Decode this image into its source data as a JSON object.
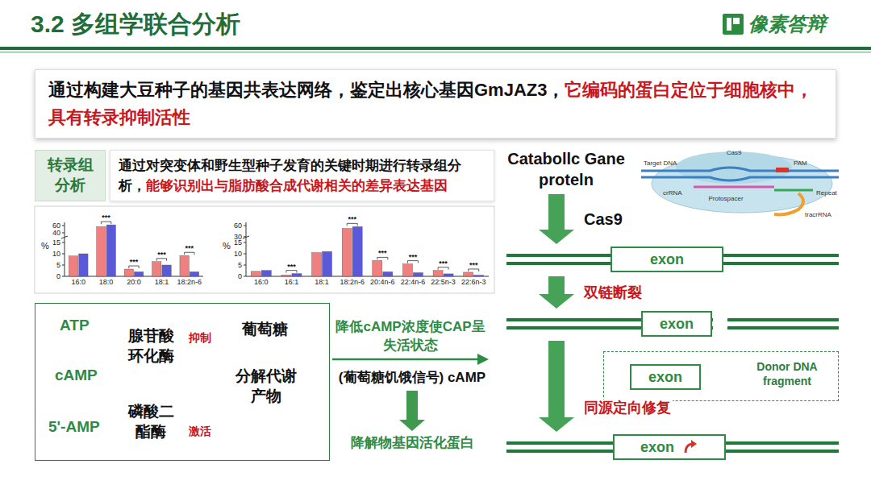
{
  "diagram": {
    "title": "3.2 多组学联合分析",
    "nodes": [
      {
        "text": [
          "通过构建大豆种子的基因共表达网络，鉴定出核心基因GmJAZ3，",
          "它编码的蛋白定位于细胞核中，具有转录抑制活性"
        ]
      },
      {
        "text": [
          "转录组分析"
        ]
      },
      {
        "text": [
          "通过对突变体和野生型种子发育的关键时期进行转录组分析，",
          "能够识别出与脂肪酸合成代谢相关的差异表达基因"
        ]
      },
      {
        "text": []
      },
      {
        "text": [
          "ATP"
        ],
        "in": 3
      },
      {
        "text": [
          "cAMP"
        ],
        "in": 3
      },
      {
        "text": [
          "5'-AMP"
        ],
        "in": 3
      },
      {
        "text": [
          "腺苷酸环化酶"
        ],
        "in": 3
      },
      {
        "text": [
          "磷酸二酯酶"
        ],
        "in": 3
      },
      {
        "text": [
          "葡萄糖"
        ],
        "in": 3
      },
      {
        "text": [
          "分解代谢产物"
        ],
        "in": 3
      },
      {
        "text": [
          "(葡萄糖饥饿信号) cAMP"
        ]
      },
      {
        "text": [
          "降解物基因活化蛋白"
        ]
      },
      {
        "text": [
          "Catabollc Gane proteln"
        ]
      },
      {
        "text": [
          "exon"
        ]
      },
      {
        "text": [
          "exon"
        ]
      },
      {
        "text": [
          "Donor DNA fragment"
        ]
      },
      {
        "text": [
          "exon"
        ],
        "in": 16
      },
      {
        "text": [
          "exon"
        ]
      }
    ],
    "edges": [
      {
        "from": 4,
        "to": 5,
        "arrow": "to"
      },
      {
        "from": 5,
        "to": 6,
        "arrow": "to"
      },
      {
        "from": 9,
        "to": 10,
        "arrow": "to"
      },
      {
        "from": 10,
        "to": 7,
        "label": "抑制",
        "arrow": "none"
      },
      {
        "from": 10,
        "to": 8,
        "label": "激活",
        "arrow": "none"
      },
      {
        "from": 11,
        "to": 12,
        "arrow": "to"
      },
      {
        "from": 13,
        "to": 14,
        "label": "Cas9",
        "arrow": "to"
      },
      {
        "from": 14,
        "to": 15,
        "label": "双链断裂",
        "arrow": "to"
      },
      {
        "from": 15,
        "to": 18,
        "label": "同源定向修复",
        "arrow": "to"
      }
    ],
    "labels": [
      "像素答辩",
      "60",
      "40",
      "15",
      "10",
      "5",
      "0",
      "%",
      "16:0",
      "18:0",
      "20:0",
      "18:1",
      "18:2n-6",
      "***",
      "***",
      "***",
      "***",
      "60",
      "30",
      "15",
      "10",
      "5",
      "0",
      "%",
      "16:0",
      "16:1",
      "18:1",
      "18:2n-6",
      "20:4n-6",
      "22:4n-6",
      "22:5n-3",
      "22:6n-3",
      "***",
      "***",
      "***",
      "***",
      "***",
      "***",
      "降低cAMP浓度使CAP呈失活状态",
      "Cas9",
      "Target DNA",
      "PAM",
      "crRNA",
      "Repeat",
      "Protospacer",
      "tracrRNA"
    ]
  }
}
